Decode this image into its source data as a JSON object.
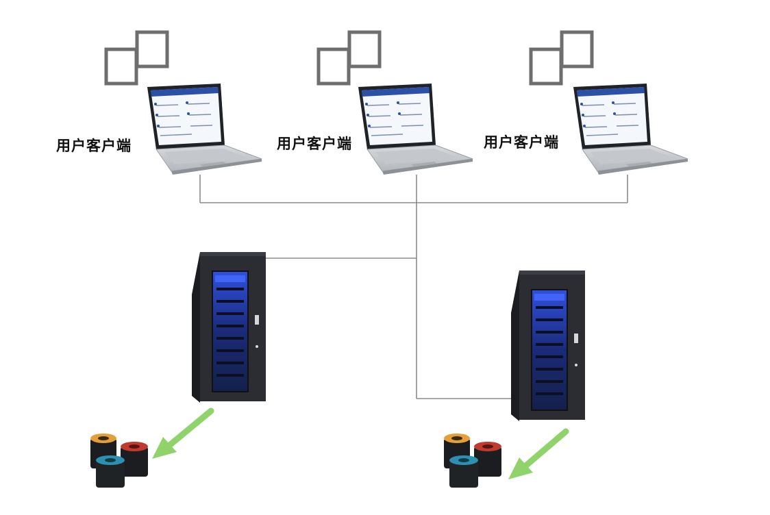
{
  "clients": [
    {
      "label": "用户客户端"
    },
    {
      "label": "用户客户端"
    },
    {
      "label": "用户客户端"
    }
  ],
  "colors": {
    "line": "#8a8a8a",
    "server_body": "#2b2d33",
    "server_glow": "#2a40c8",
    "arrow": "#8fd36a",
    "laptop_screen": "#f4f7fb",
    "laptop_header": "#2c4fa8",
    "window_frame": "#6e6e6e"
  }
}
